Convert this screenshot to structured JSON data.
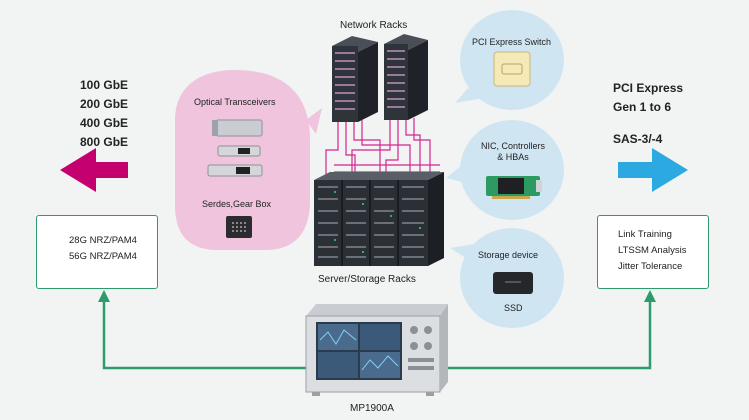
{
  "network_racks": "Network Racks",
  "server_racks": "Server/Storage Racks",
  "left_speeds": [
    "100 GbE",
    "200 GbE",
    "400 GbE",
    "800 GbE"
  ],
  "left_box": [
    "28G NRZ/PAM4",
    "56G NRZ/PAM4"
  ],
  "left_bubble": {
    "optical": "Optical Transceivers",
    "serdes": "Serdes,Gear Box"
  },
  "right_top": [
    "PCI Express",
    "Gen 1 to 6"
  ],
  "right_sas": "SAS-3/-4",
  "right_box": [
    "Link Training",
    "LTSSM Analysis",
    "Jitter Tolerance"
  ],
  "bubbles": {
    "pci_switch": "PCI Express Switch",
    "nic": [
      "NIC, Controllers",
      "& HBAs"
    ],
    "storage": "Storage device",
    "ssd": "SSD"
  },
  "instrument": "MP1900A",
  "colors": {
    "magenta": "#c4006f",
    "blue": "#2ca9e1",
    "green": "#2e9b6c",
    "pink_bubble": "#efc4dc",
    "blue_bubble": "#cfe6f2"
  }
}
